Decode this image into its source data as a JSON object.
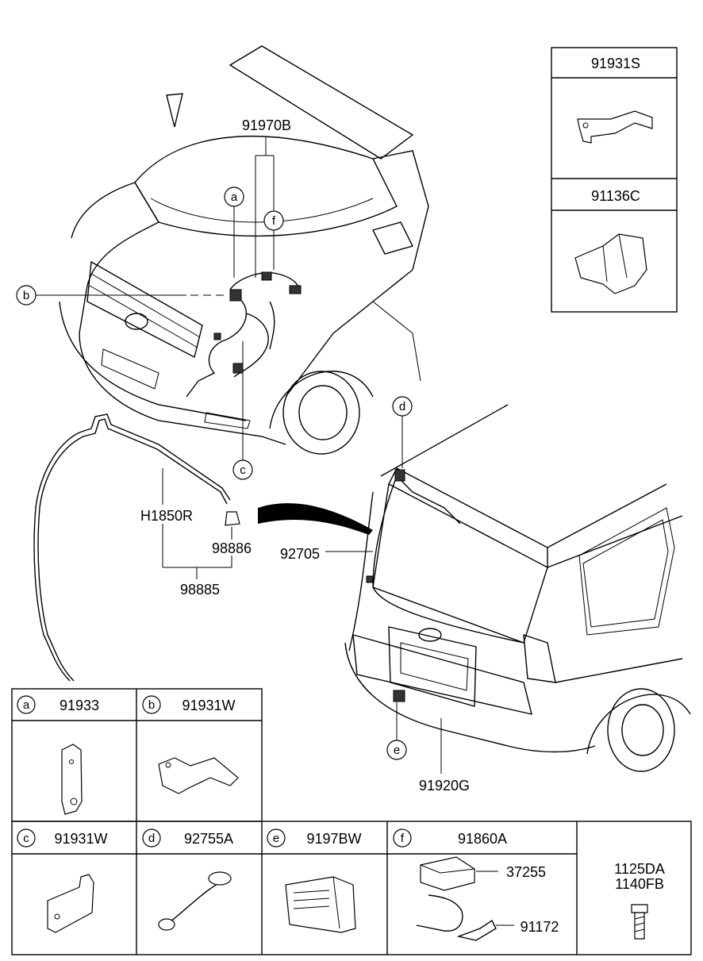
{
  "diagram": {
    "front_labels": {
      "p91970B": "91970B",
      "a": "a",
      "b": "b",
      "c": "c",
      "f": "f"
    },
    "hose_labels": {
      "h1850R": "H1850R",
      "p98886": "98886",
      "p98885": "98885"
    },
    "rear_labels": {
      "d": "d",
      "e": "e",
      "p92705": "92705",
      "p91920G": "91920G"
    },
    "inset_top": [
      {
        "part": "91931S"
      },
      {
        "part": "91136C"
      }
    ],
    "grid_row1": [
      {
        "letter": "a",
        "part": "91933"
      },
      {
        "letter": "b",
        "part": "91931W"
      }
    ],
    "grid_row2": [
      {
        "letter": "c",
        "part": "91931W"
      },
      {
        "letter": "d",
        "part": "92755A"
      },
      {
        "letter": "e",
        "part": "9197BW"
      },
      {
        "letter": "f",
        "part": "91860A",
        "sub1": "37255",
        "sub2": "91172"
      },
      {
        "letter": "",
        "part1": "1125DA",
        "part2": "1140FB"
      }
    ]
  }
}
